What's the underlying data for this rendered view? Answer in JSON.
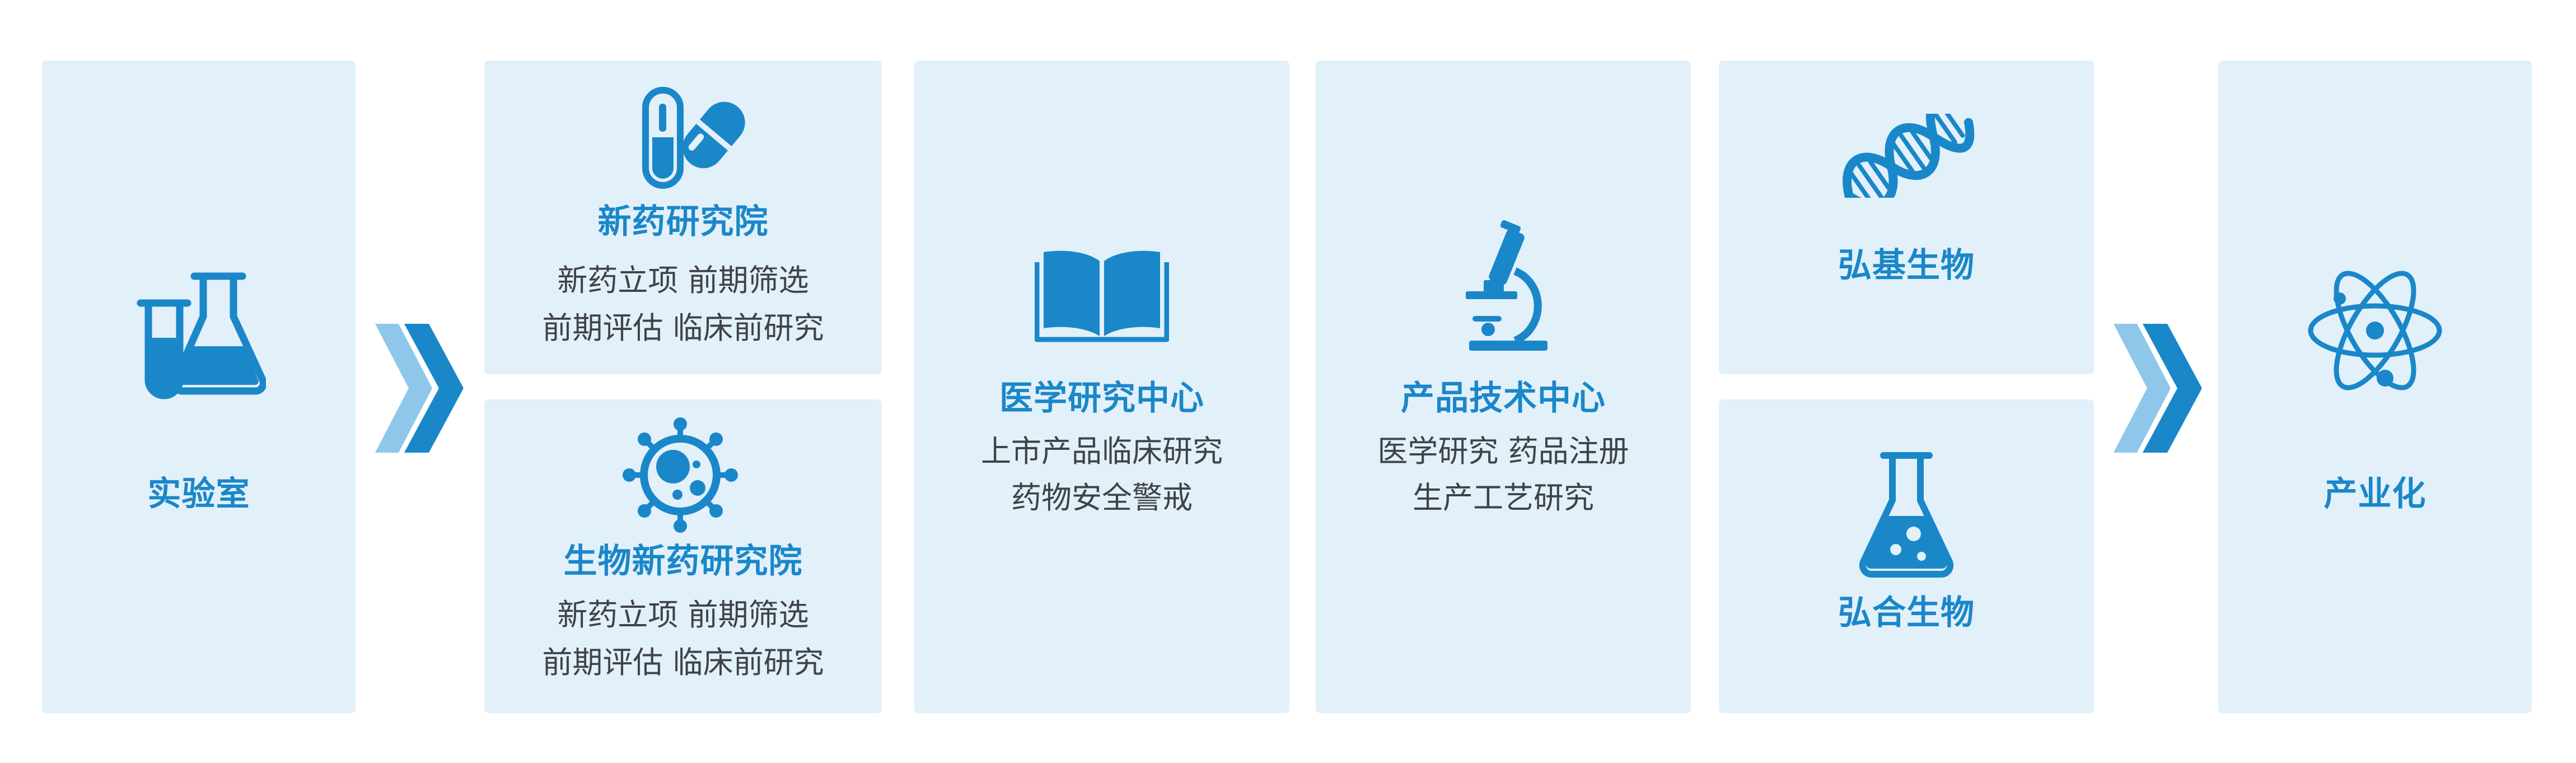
{
  "colors": {
    "card_background": "#e2f0fa",
    "accent_blue": "#1a87c9",
    "arrow_dark": "#1a87c9",
    "arrow_light": "#8ec7ea",
    "text_gray": "#3f4347"
  },
  "lab": {
    "title": "实验室",
    "icon": "test-tubes-icon"
  },
  "new_drug_institute": {
    "title": "新药研究院",
    "line1": "新药立项  前期筛选",
    "line2": "前期评估  临床前研究",
    "icon": "capsule-pill-icon"
  },
  "bio_drug_institute": {
    "title": "生物新药研究院",
    "line1": "新药立项  前期筛选",
    "line2": "前期评估  临床前研究",
    "icon": "virus-icon"
  },
  "medical_center": {
    "title": "医学研究中心",
    "line1": "上市产品临床研究",
    "line2": "药物安全警戒",
    "icon": "open-book-icon"
  },
  "product_center": {
    "title": "产品技术中心",
    "line1": "医学研究  药品注册",
    "line2": "生产工艺研究",
    "icon": "microscope-icon"
  },
  "hongji_bio": {
    "title": "弘基生物",
    "icon": "dna-icon"
  },
  "honghe_bio": {
    "title": "弘合生物",
    "icon": "flask-icon"
  },
  "industrialization": {
    "title": "产业化",
    "icon": "atom-icon"
  },
  "arrows": [
    "chevron-right-icon",
    "chevron-right-icon"
  ]
}
